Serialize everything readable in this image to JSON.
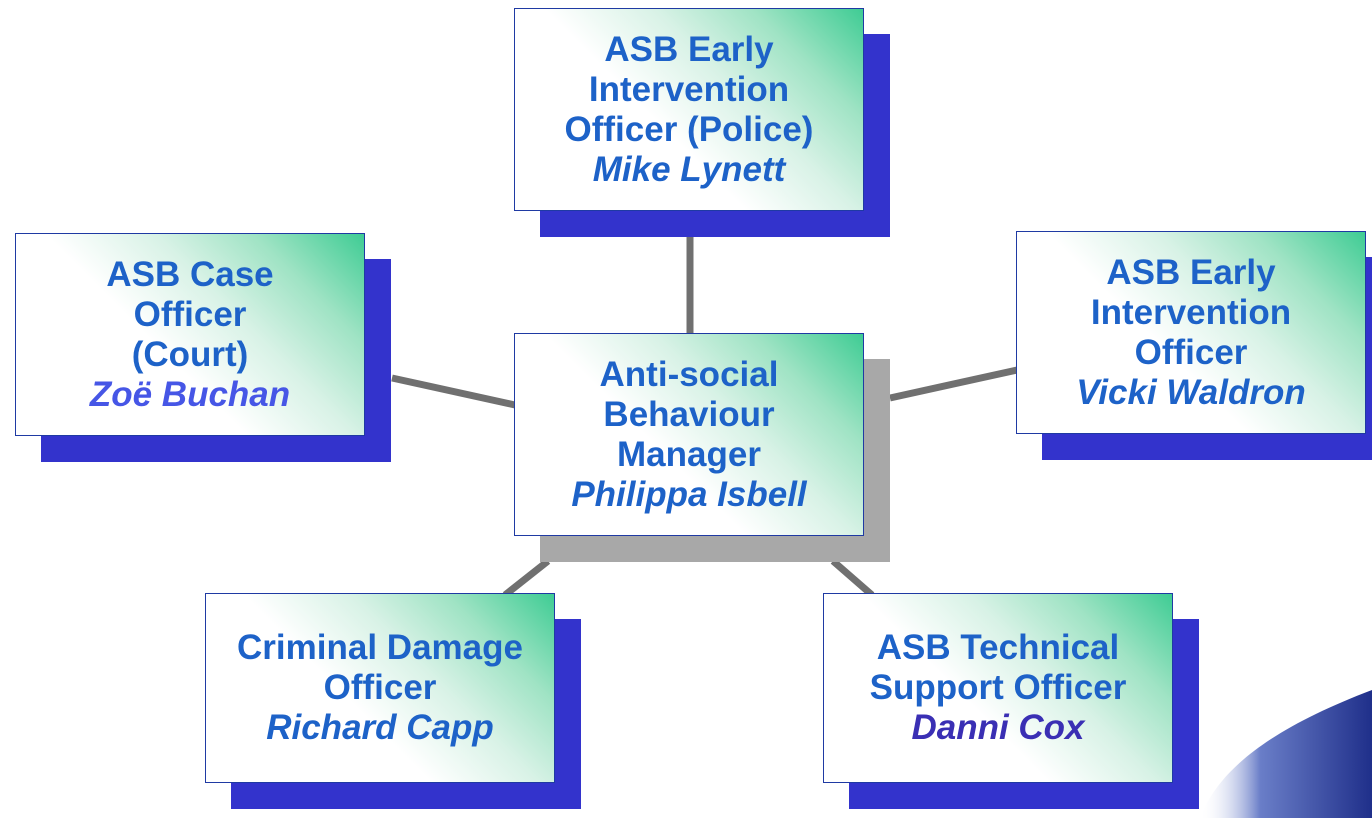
{
  "org_chart": {
    "nodes": {
      "center": {
        "title_lines": [
          "Anti-social",
          "Behaviour",
          "Manager"
        ],
        "name": "Philippa Isbell"
      },
      "top": {
        "title_lines": [
          "ASB Early",
          "Intervention",
          "Officer (Police)"
        ],
        "name": "Mike Lynett"
      },
      "left": {
        "title_lines": [
          "ASB Case",
          "Officer",
          "(Court)"
        ],
        "name": "Zoë Buchan"
      },
      "right": {
        "title_lines": [
          "ASB Early",
          "Intervention",
          "Officer"
        ],
        "name": "Vicki Waldron"
      },
      "bottom_left": {
        "title_lines": [
          "Criminal Damage",
          "Officer"
        ],
        "name": "Richard Capp"
      },
      "bottom_right": {
        "title_lines": [
          "ASB Technical",
          "Support Officer"
        ],
        "name": "Danni Cox"
      }
    },
    "colors": {
      "text": "#1d62c8",
      "shadow": "#3333cc",
      "center_shadow": "#a8a8a8",
      "connector": "#707070",
      "gradient_accent": "#3fcc94"
    }
  }
}
